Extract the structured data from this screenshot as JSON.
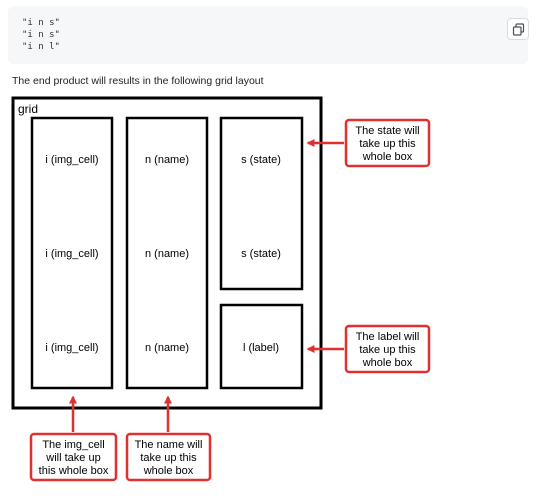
{
  "code_block": {
    "lines": [
      "\"i n s\"",
      "\"i n s\"",
      "\"i n l\""
    ],
    "copy_icon": "copy-icon"
  },
  "intro_text": "The end product will results in the following grid layout",
  "diagram": {
    "grid_label": "grid",
    "img_cells": [
      "i (img_cell)",
      "i (img_cell)",
      "i (img_cell)"
    ],
    "name_cells": [
      "n (name)",
      "n (name)",
      "n (name)"
    ],
    "state_cells": [
      "s (state)",
      "s (state)"
    ],
    "label_cell": "l (label)",
    "callouts": {
      "state": [
        "The state will",
        "take up this",
        "whole box"
      ],
      "label": [
        "The label will",
        "take up this",
        "whole box"
      ],
      "img_cell": [
        "The img_cell",
        "will take up",
        "this whole box"
      ],
      "name": [
        "The name will",
        "take up this",
        "whole box"
      ]
    },
    "callout_color": "#e0312f",
    "callout_fill": "#ffffff"
  }
}
